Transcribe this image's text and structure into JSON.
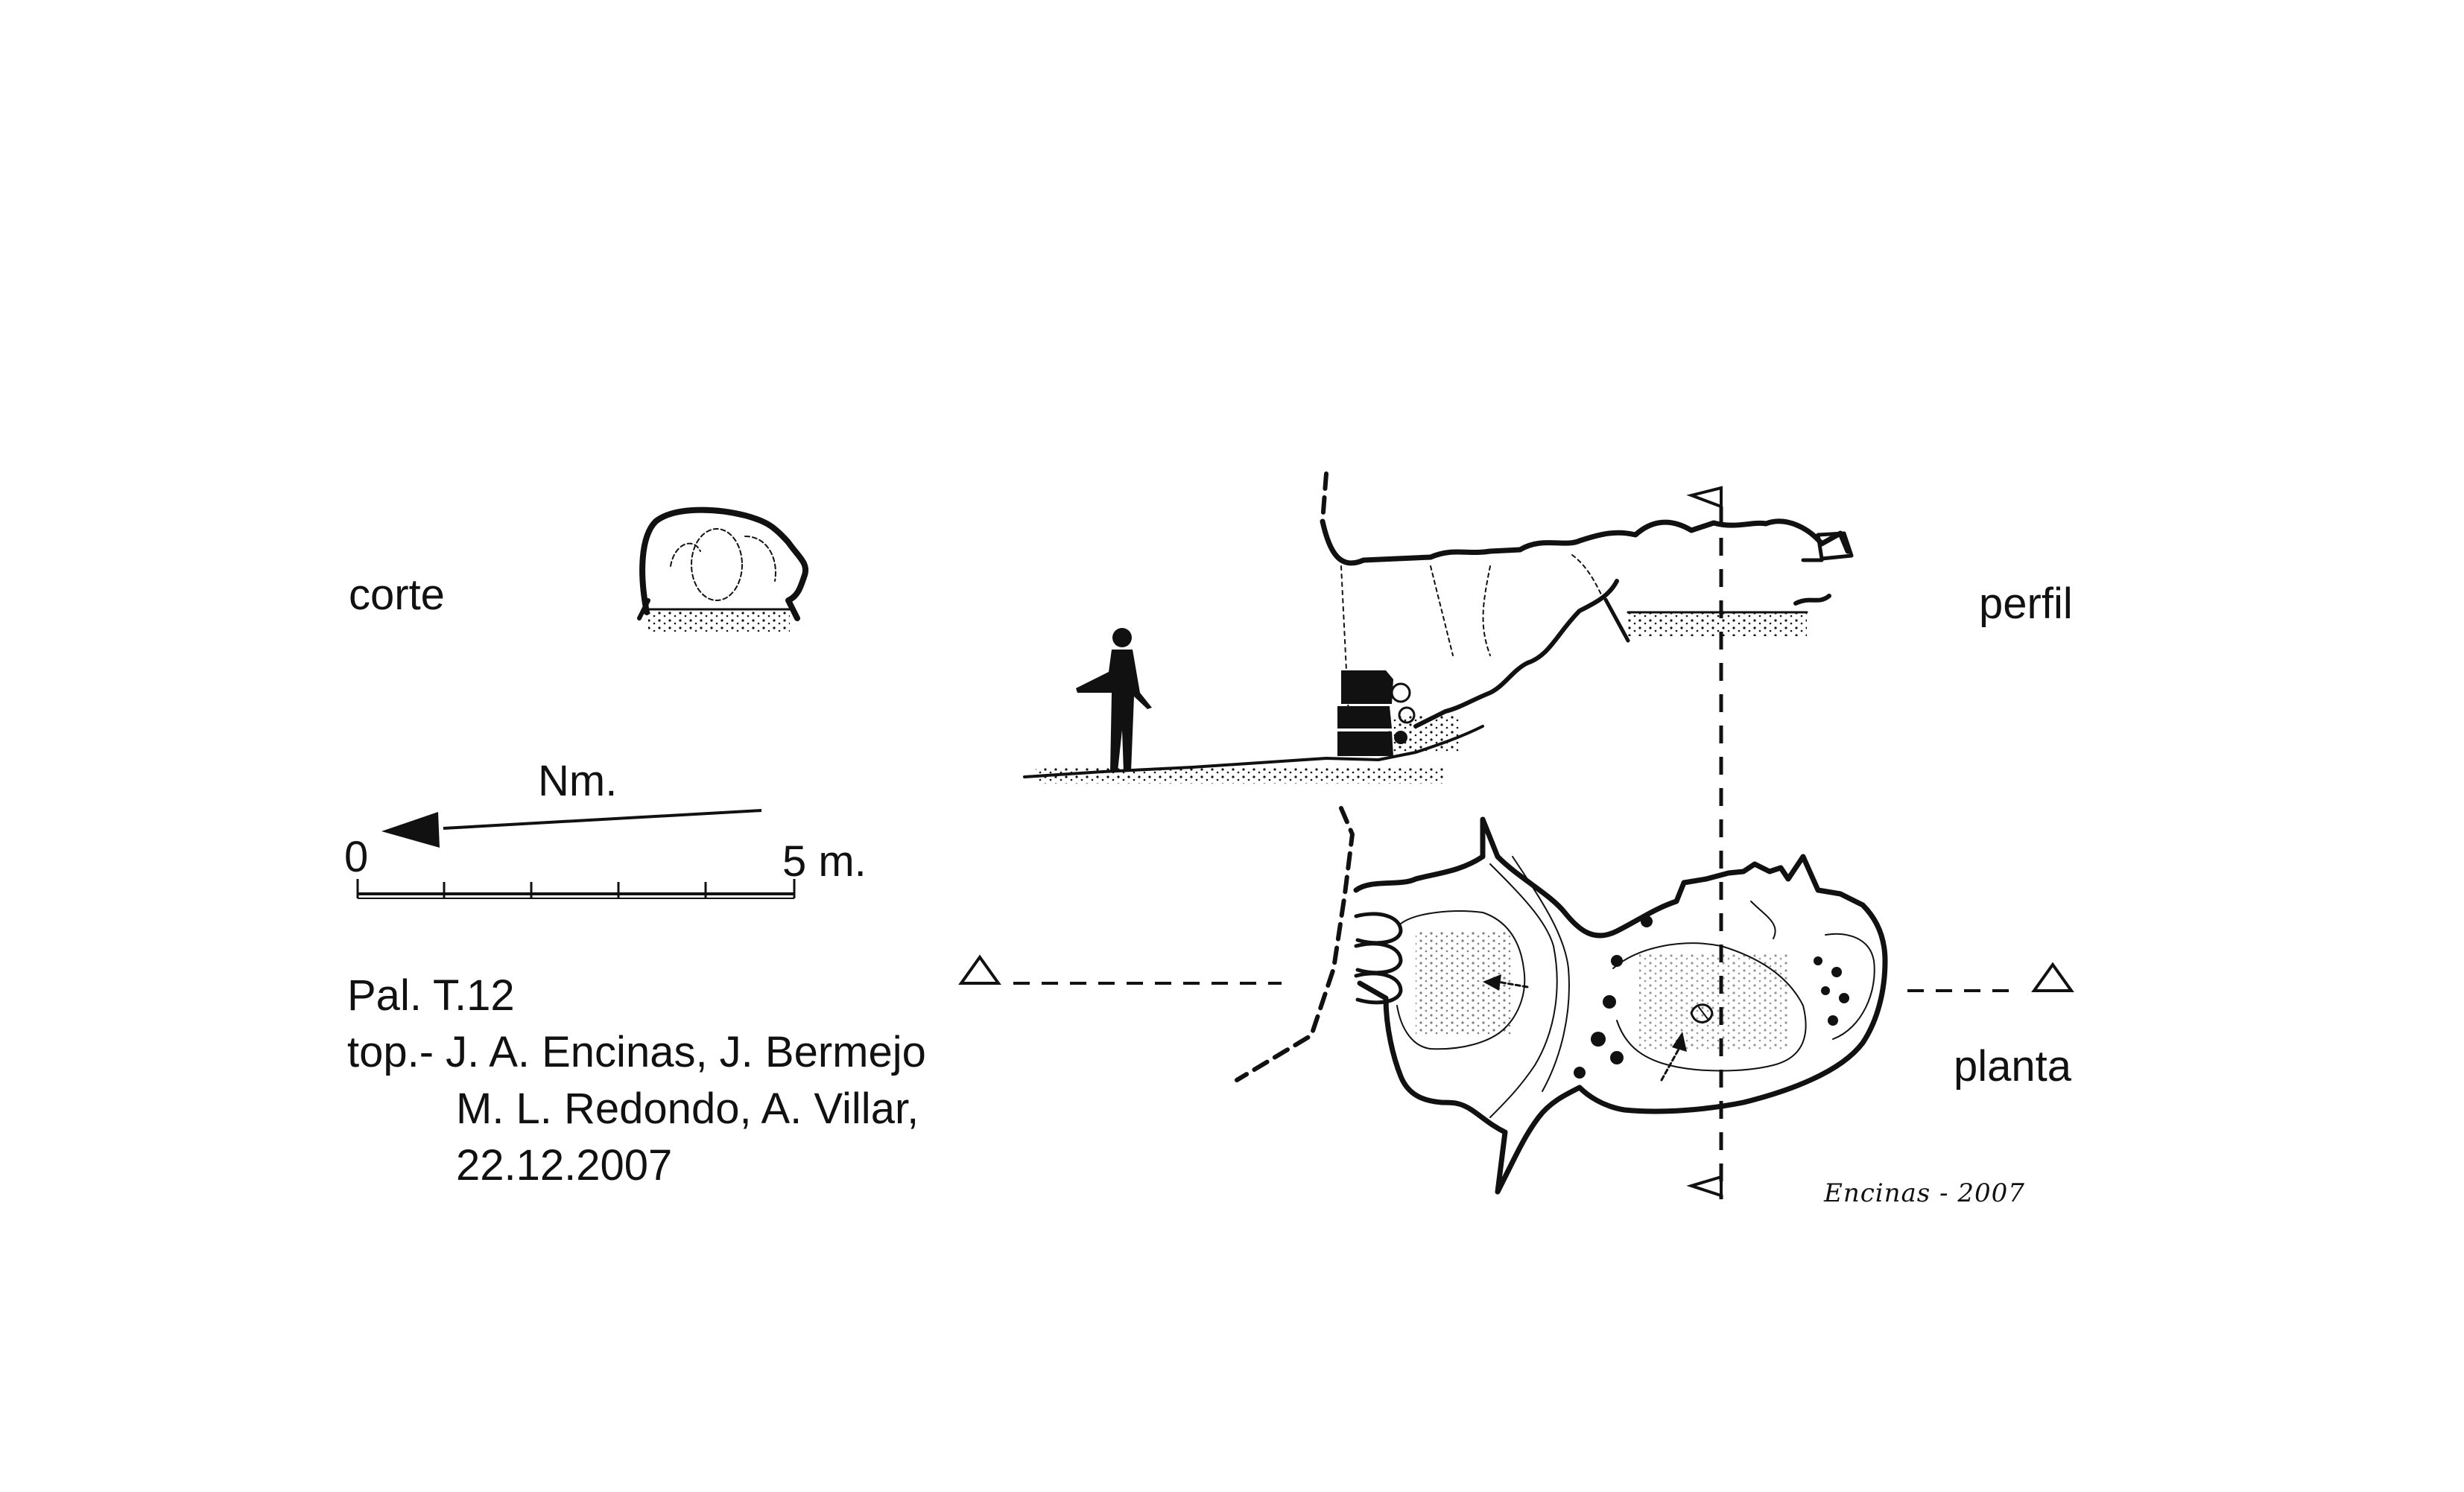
{
  "views": {
    "corte": "corte",
    "perfil": "perfil",
    "planta": "planta"
  },
  "scale_bar": {
    "north_label": "Nm.",
    "start_label": "0",
    "end_label": "5 m."
  },
  "credits": {
    "cave_id": "Pal. T.12",
    "line1": "top.- J. A. Encinas, J. Bermejo",
    "line2": "M. L. Redondo, A. Villar,",
    "line3": "22.12.2007"
  },
  "signature": "Encinas - 2007",
  "colors": {
    "ink": "#111111",
    "paper": "#ffffff"
  }
}
